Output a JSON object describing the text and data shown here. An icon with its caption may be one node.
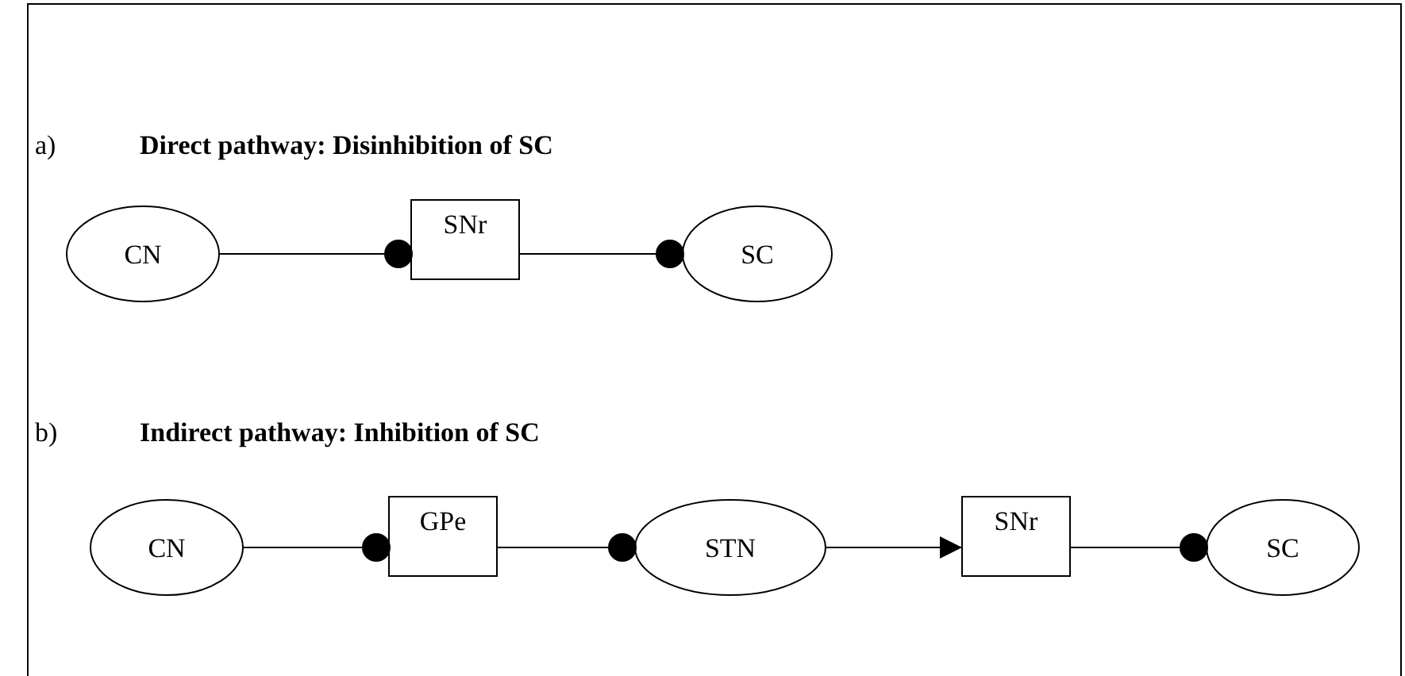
{
  "diagram": {
    "nodes": [
      {
        "text": [
          "CN"
        ]
      },
      {
        "text": [
          "SNr"
        ]
      },
      {
        "text": [
          "SC"
        ]
      },
      {
        "text": [
          "CN"
        ]
      },
      {
        "text": [
          "GPe"
        ]
      },
      {
        "text": [
          "STN"
        ]
      },
      {
        "text": [
          "SNr"
        ]
      },
      {
        "text": [
          "SC"
        ]
      }
    ],
    "edges": [
      {
        "from": 0,
        "to": 1,
        "arrow": "other"
      },
      {
        "from": 1,
        "to": 2,
        "arrow": "other"
      },
      {
        "from": 3,
        "to": 4,
        "arrow": "other"
      },
      {
        "from": 4,
        "to": 5,
        "arrow": "other"
      },
      {
        "from": 5,
        "to": 6,
        "arrow": "to"
      },
      {
        "from": 6,
        "to": 7,
        "arrow": "other"
      }
    ],
    "labels": [
      "a)",
      "**Direct pathway**: **Disinhibition of SC**",
      "b)",
      "Indirect pathway: Inhibition of SC"
    ]
  }
}
